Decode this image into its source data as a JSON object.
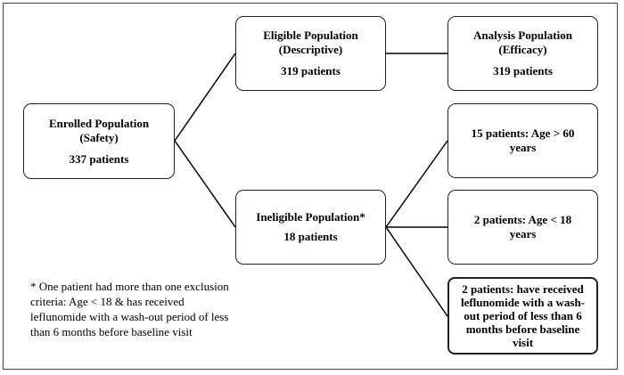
{
  "enrolled": {
    "title_line1": "Enrolled Population",
    "title_line2": "(Safety)",
    "count": "337 patients"
  },
  "eligible": {
    "title_line1": "Eligible Population",
    "title_line2": "(Descriptive)",
    "count": "319 patients"
  },
  "analysis": {
    "title_line1": "Analysis Population",
    "title_line2": "(Efficacy)",
    "count": "319 patients"
  },
  "ineligible": {
    "title": "Ineligible Population*",
    "count": "18 patients"
  },
  "exclusions": [
    {
      "line1": "15 patients: Age > 60",
      "line2": "years"
    },
    {
      "line1": "2 patients: Age < 18",
      "line2": "years"
    },
    {
      "line1": "2 patients: have received",
      "line2": "leflunomide with a wash-",
      "line3": "out period of less than 6",
      "line4": "months before baseline",
      "line5": "visit"
    }
  ],
  "footnote": {
    "line1": "* One patient had more than one exclusion",
    "line2": "criteria: Age < 18 & has received",
    "line3": "leflunomide with a wash-out period of less",
    "line4": "than 6 months before baseline visit"
  }
}
